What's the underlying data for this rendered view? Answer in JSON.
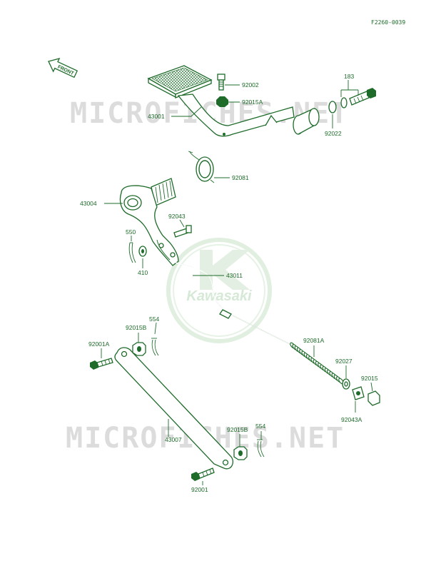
{
  "figure_code": "F2260-0039",
  "front_label": "FRONT",
  "watermark_text": "MICROFICHES.NET",
  "logo_text": "Kawasaki",
  "colors": {
    "line": "#1e6b2a",
    "watermark": "#dcdcdc",
    "logo_ring": "#e0efe0"
  },
  "parts": {
    "p92002": "92002",
    "p92015A": "92015A",
    "p43001": "43001",
    "p183": "183",
    "p92022": "92022",
    "p92081": "92081",
    "p43004": "43004",
    "p92043": "92043",
    "p550": "550",
    "p410": "410",
    "p43011": "43011",
    "p554a": "554",
    "p92015B_a": "92015B",
    "p92001A": "92001A",
    "p92081A": "92081A",
    "p92027": "92027",
    "p92015": "92015",
    "p92043A": "92043A",
    "p43007": "43007",
    "p92015B_b": "92015B",
    "p554b": "554",
    "p92001": "92001"
  }
}
